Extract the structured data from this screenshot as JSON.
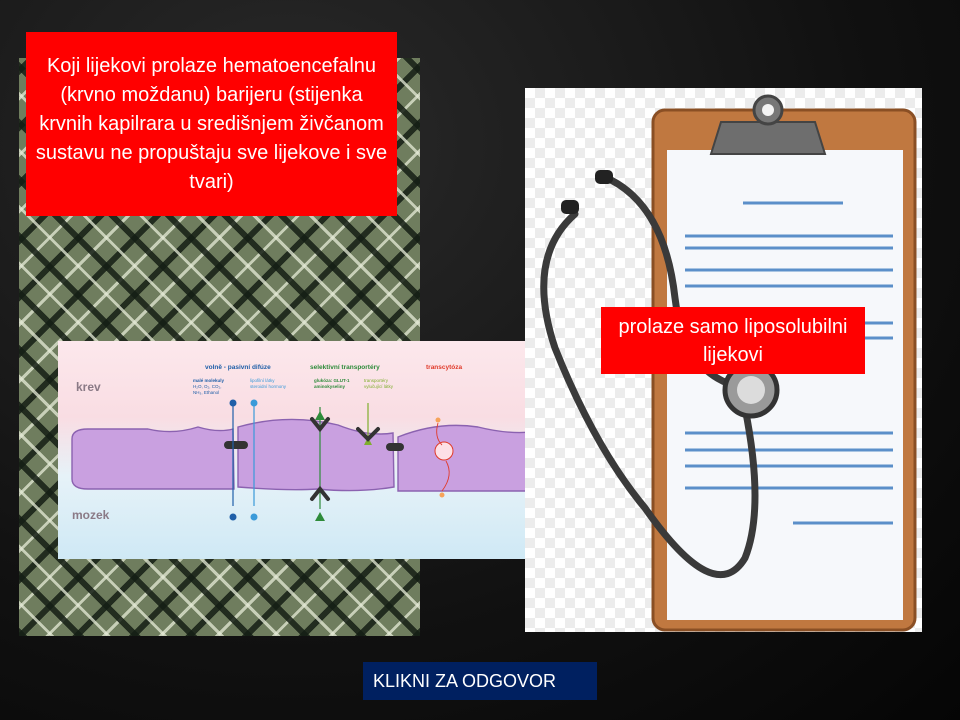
{
  "question": {
    "text": "Koji lijekovi prolaze hematoencefalnu (krvno moždanu) barijeru (stijenka krvnih kapilrara u središnjem živčanom sustavu ne propuštaju sve lijekove i sve tvari)"
  },
  "answer": {
    "text": "prolaze samo liposolubilni lijekovi"
  },
  "button": {
    "label": "KLIKNI  ZA ODGOVOR"
  },
  "diagram": {
    "label_top": "krev",
    "label_bottom": "mozek",
    "heading_passive": "volně - pasivní difúze",
    "heading_selective": "selektivní transportéry",
    "heading_transcytosis": "transcytóza",
    "passive_col1_line1": "malé molekuly",
    "passive_col1_line2": "H₂O, O₂, CO₂,",
    "passive_col1_line3": "NH₃, Ethanol",
    "passive_col2_line1": "lipofilní látky",
    "passive_col2_line2": "steroidní hormony",
    "selective_col1_line1": "glukóza: GLUT-1",
    "selective_col1_line2": "aminokyseliny",
    "selective_col2_line1": "transportéry",
    "selective_col2_line2": "vylučující látky"
  },
  "colors": {
    "red_box": "#ff0000",
    "button_bg": "#002060",
    "cell_fill": "#c9a0e0",
    "blood": "#f9e1e6",
    "brain": "#d3ecf6",
    "heading_blue": "#1f5fa8",
    "heading_green": "#2e8b3a",
    "heading_red": "#e03a2a"
  }
}
